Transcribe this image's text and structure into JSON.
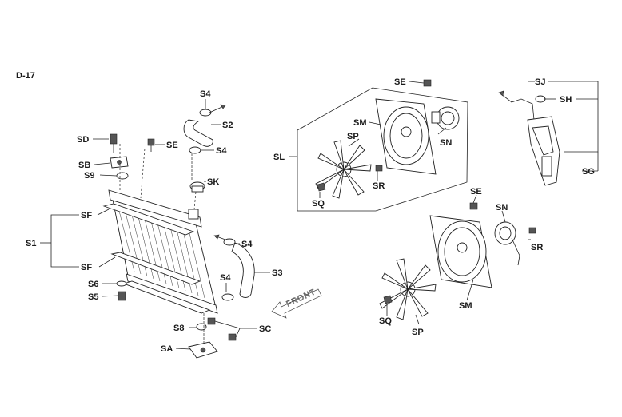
{
  "page_label": "D-17",
  "front_text": "FRONT",
  "callouts": {
    "SD": "SD",
    "SE_left": "SE",
    "SB": "SB",
    "S9": "S9",
    "S4_top": "S4",
    "S2": "S2",
    "S4_mid": "S4",
    "SK": "SK",
    "SF_top": "SF",
    "S1": "S1",
    "SF_bottom": "SF",
    "S6": "S6",
    "S5": "S5",
    "S4_hose": "S4",
    "S3": "S3",
    "S4_low": "S4",
    "S8": "S8",
    "SC": "SC",
    "SA": "SA",
    "SE_top": "SE",
    "SM_top": "SM",
    "SP_top": "SP",
    "SN_top": "SN",
    "SL": "SL",
    "SR_top": "SR",
    "SQ_top": "SQ",
    "SJ": "SJ",
    "SH": "SH",
    "SG": "SG",
    "SE_right": "SE",
    "SN_right": "SN",
    "SR_right": "SR",
    "SM_bottom": "SM",
    "SQ_bottom": "SQ",
    "SP_bottom": "SP"
  }
}
